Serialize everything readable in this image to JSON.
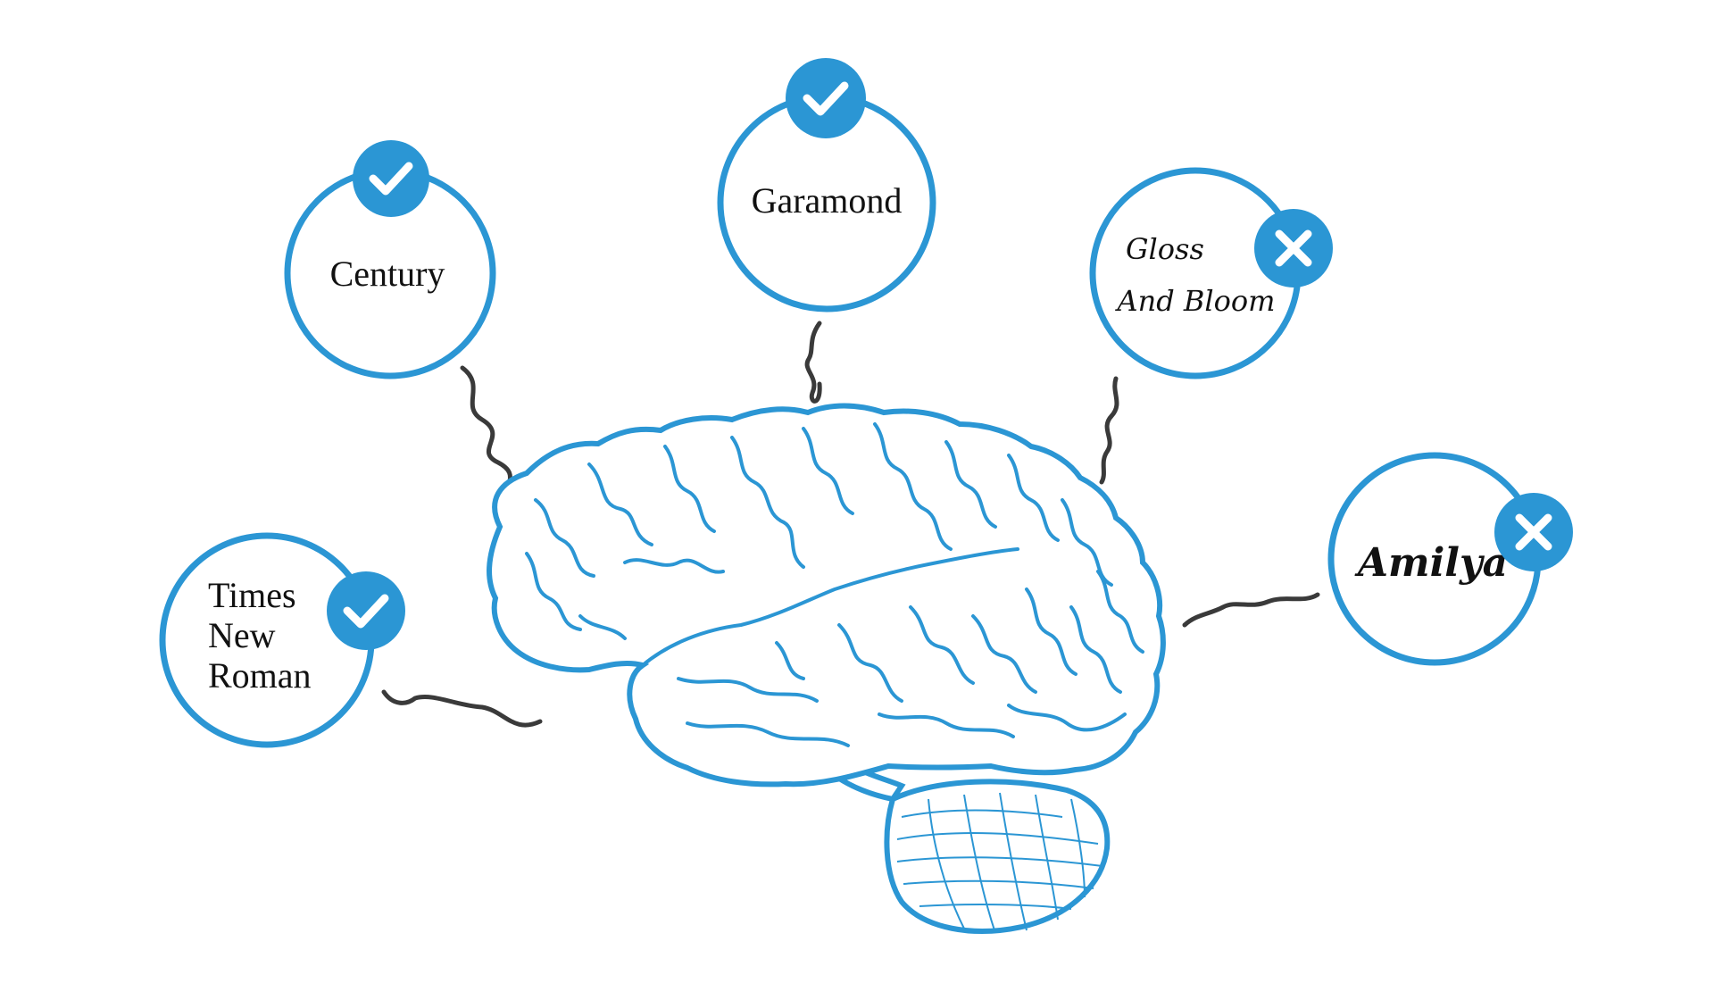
{
  "diagram": {
    "colors": {
      "accent": "#2b96d4",
      "connector": "#3a3a3a",
      "text": "#111111",
      "background": "#ffffff"
    },
    "center": {
      "icon": "brain-illustration"
    },
    "fonts": [
      {
        "id": "century",
        "lines": [
          "Century"
        ],
        "status": "approved",
        "badge_icon": "check-icon"
      },
      {
        "id": "garamond",
        "lines": [
          "Garamond"
        ],
        "status": "approved",
        "badge_icon": "check-icon"
      },
      {
        "id": "gloss-and-bloom",
        "lines": [
          "Gloss",
          "And Bloom"
        ],
        "status": "rejected",
        "badge_icon": "x-icon"
      },
      {
        "id": "amilya",
        "lines": [
          "Amilya"
        ],
        "status": "rejected",
        "badge_icon": "x-icon"
      },
      {
        "id": "times-new-roman",
        "lines": [
          "Times",
          "New",
          "Roman"
        ],
        "status": "approved",
        "badge_icon": "check-icon"
      }
    ]
  }
}
